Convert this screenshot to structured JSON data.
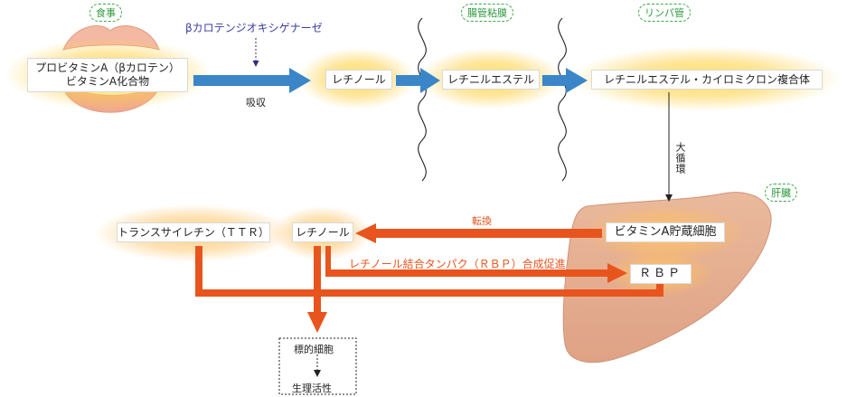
{
  "labels": {
    "meal": "食事",
    "intestinal_mucosa": "腸管粘膜",
    "lymph": "リンパ管",
    "liver": "肝臓"
  },
  "nodes": {
    "provitamin_line1": "プロビタミンA（βカロテン）",
    "provitamin_line2": "ビタミンA化合物",
    "retinol_1": "レチノール",
    "retinyl_ester": "レチニルエステル",
    "chylomicron_complex": "レチニルエステル・カイロミクロン複合体",
    "storage_cells": "ビタミンA貯蔵細胞",
    "retinol_2": "レチノール",
    "ttr": "トランスサイレチン（ＴＴＲ）",
    "rbp": "ＲＢＰ",
    "target_cells": "標的細胞",
    "bioactivity": "生理活性"
  },
  "edges": {
    "enzyme": "βカロテンジオキシゲナーゼ",
    "absorption": "吸収",
    "circulation": "大循環",
    "conversion": "転換",
    "rbp_synthesis": "レチノール結合タンパク（ＲＢＰ）合成促進"
  },
  "colors": {
    "blue_arrow": "#3b86c8",
    "orange_arrow": "#e8541e",
    "tag_green": "#2e9a3e",
    "enzyme_text": "#3a3f9e",
    "liver_fill": "#e9b89b"
  }
}
